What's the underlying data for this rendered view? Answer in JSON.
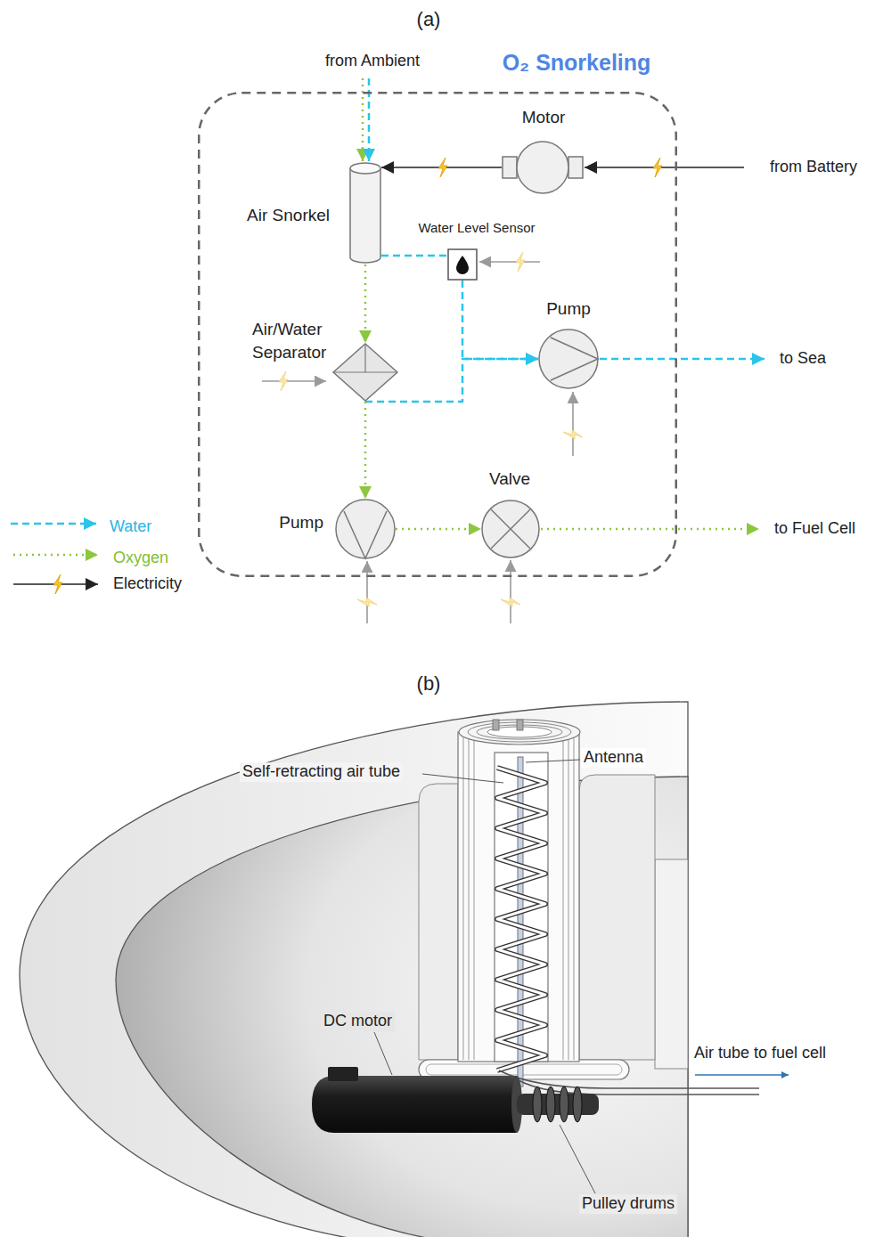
{
  "diagram": {
    "nodes": [
      {
        "text": [
          "O₂ Snorkeling"
        ]
      },
      {
        "text": [
          "Motor"
        ],
        "in": 0
      },
      {
        "text": [
          "Air Snorkel"
        ],
        "in": 0
      },
      {
        "text": [
          "Water Level Sensor"
        ],
        "in": 0
      },
      {
        "text": [
          "Air/Water Separator"
        ],
        "in": 0
      },
      {
        "text": [
          "Pump"
        ],
        "in": 0
      },
      {
        "text": [
          "Pump"
        ],
        "in": 0
      },
      {
        "text": [
          "Valve"
        ],
        "in": 0
      }
    ],
    "edges": [
      {
        "from": 1,
        "to": 2,
        "arrow": "to"
      },
      {
        "from": 2,
        "to": 3,
        "arrow": "none"
      },
      {
        "from": 3,
        "to": 5,
        "arrow": "to"
      },
      {
        "from": 4,
        "to": 5,
        "arrow": "to"
      },
      {
        "from": 2,
        "to": 4,
        "arrow": "to"
      },
      {
        "from": 4,
        "to": 6,
        "arrow": "to"
      },
      {
        "from": 6,
        "to": 7,
        "arrow": "to"
      }
    ],
    "labels": [
      "(a)",
      "from Ambient",
      "from Battery",
      "to Sea",
      "to Fuel Cell",
      "(b)",
      "Self-retracting air tube",
      "Antenna",
      "DC motor",
      "Air tube to fuel cell",
      "Pulley drums"
    ],
    "legend": [
      {
        "text": "Water"
      },
      {
        "text": "Oxygen"
      },
      {
        "text": "Electricity"
      }
    ]
  }
}
